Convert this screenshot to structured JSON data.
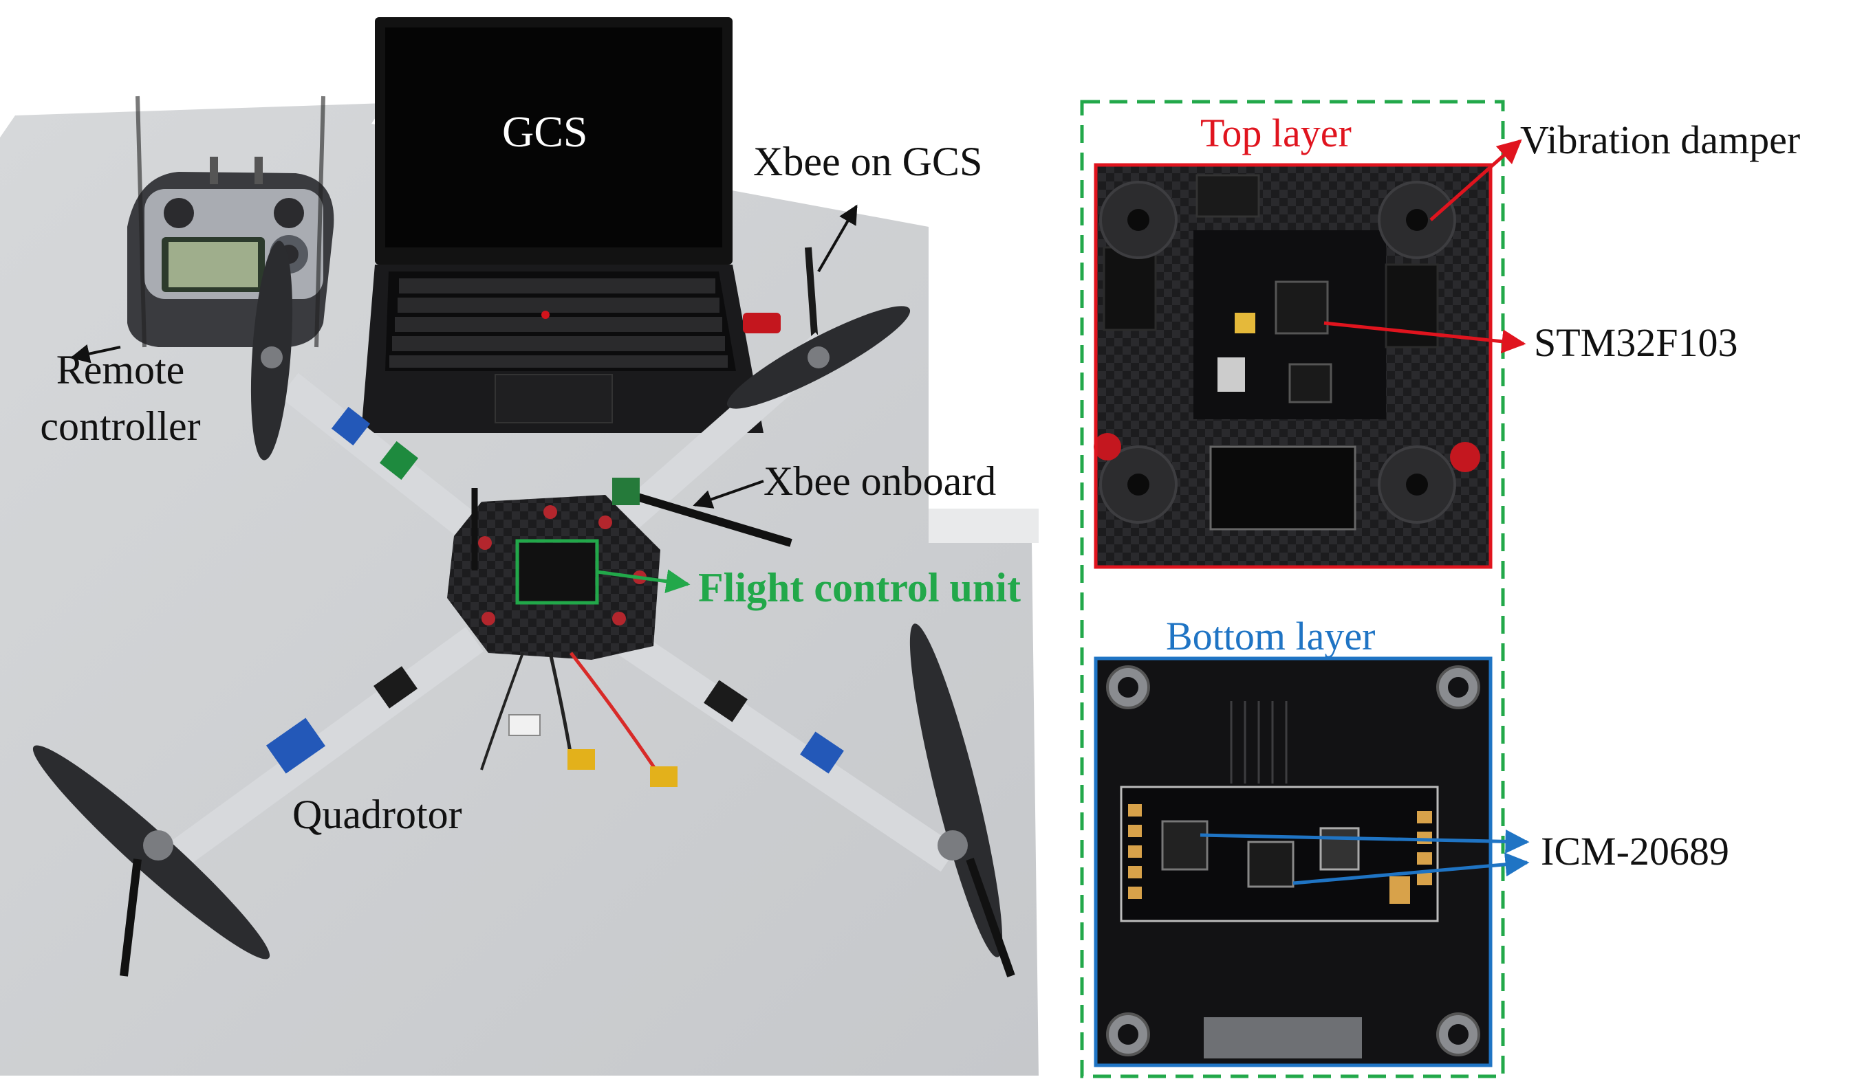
{
  "labels": {
    "gcs": "GCS",
    "xbee_gcs": "Xbee on GCS",
    "remote_line1": "Remote",
    "remote_line2": "controller",
    "xbee_onboard": "Xbee onboard",
    "flight_control_unit": "Flight control unit",
    "quadrotor": "Quadrotor",
    "top_layer": "Top layer",
    "vibration_damper": "Vibration damper",
    "stm32": "STM32F103",
    "bottom_layer": "Bottom layer",
    "icm": "ICM-20689"
  },
  "colors": {
    "green_label": "#22a84a",
    "top_layer_frame": "#e0141e",
    "bottom_layer_frame": "#1f74c4",
    "dashed_frame": "#22a84a"
  }
}
